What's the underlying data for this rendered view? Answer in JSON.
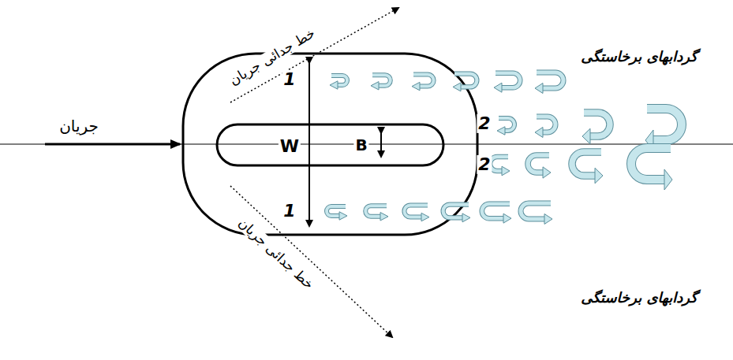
{
  "diagram": {
    "labels": [
      "خط جدائی جریان",
      "1",
      "گردابهای برخاستگی",
      "2",
      "جریان",
      "W",
      "B",
      "2",
      "1",
      "گردابهای برخاستگی",
      "خط جدائی جریان"
    ]
  }
}
